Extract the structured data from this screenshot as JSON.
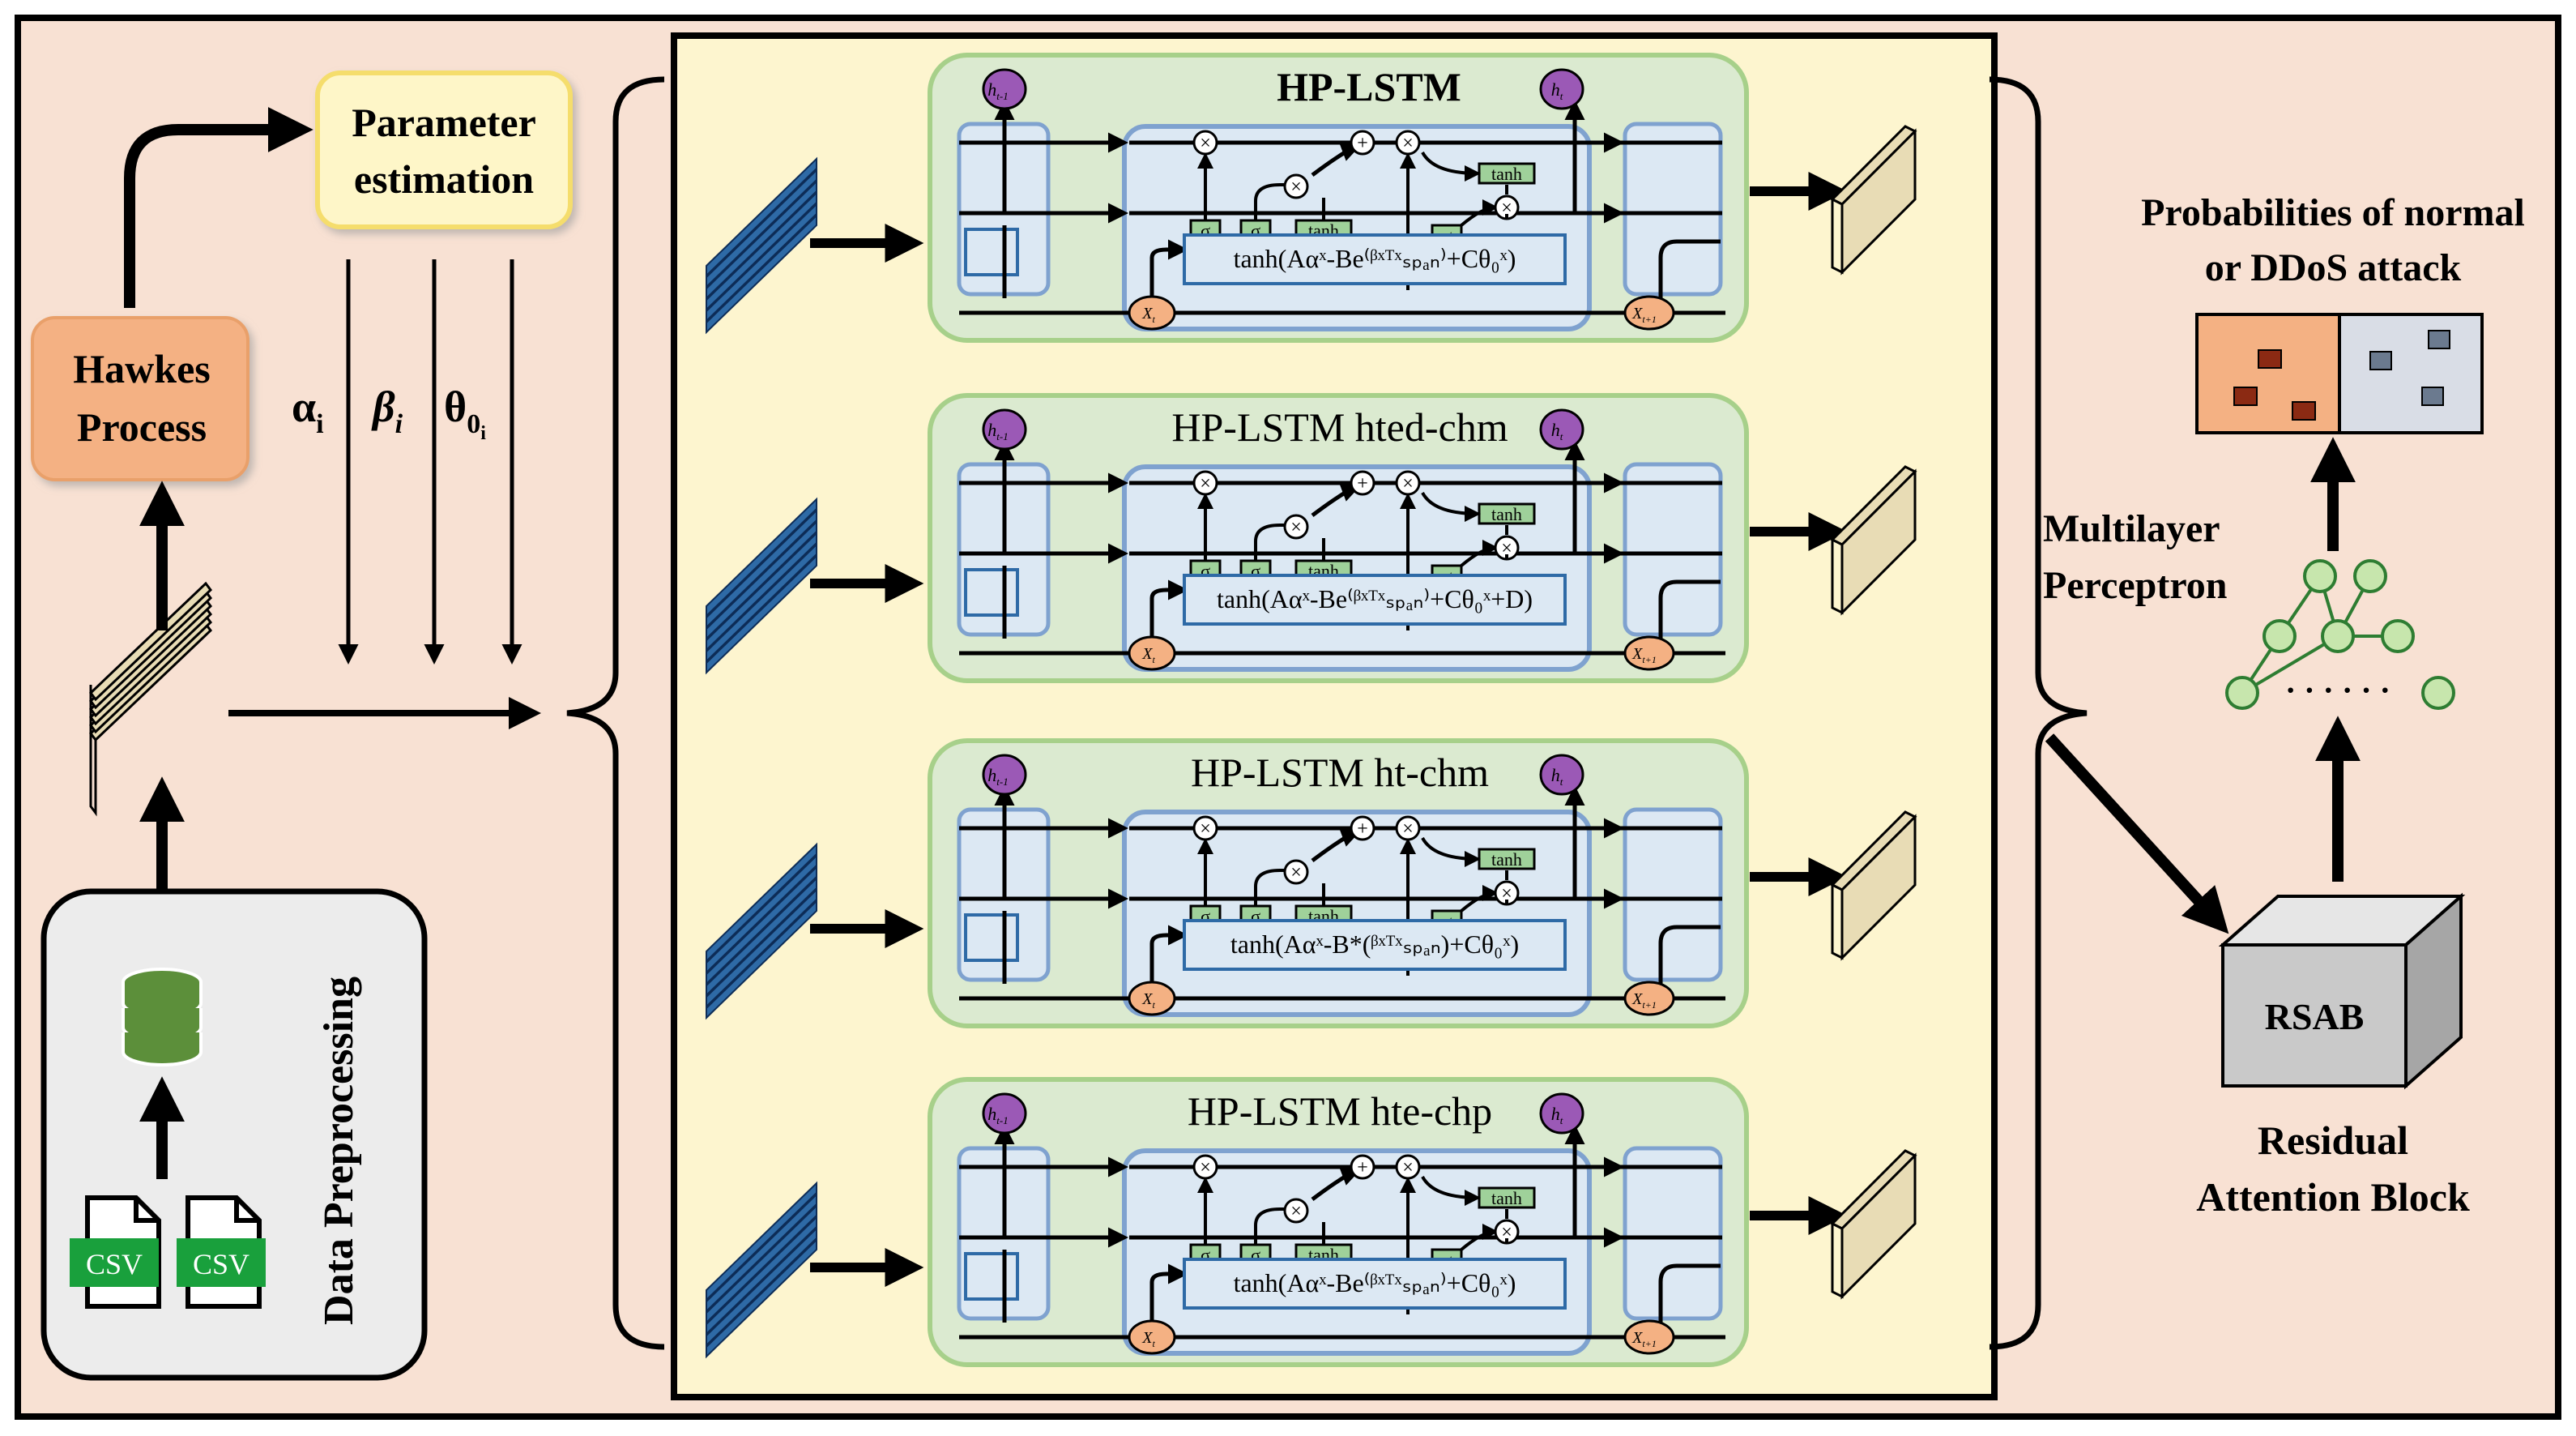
{
  "left_panel": {
    "hawkes_label_line1": "Hawkes",
    "hawkes_label_line2": "Process",
    "param_label_line1": "Parameter",
    "param_label_line2": "estimation",
    "param_alpha": "α",
    "param_alpha_sub": "i",
    "param_beta": "β",
    "param_beta_sub": "i",
    "param_theta": "θ",
    "param_theta_sub": "0",
    "param_theta_subsub": "i",
    "preprocessing_label": "Data Preprocessing",
    "csv_label": "CSV"
  },
  "lstm_variants": [
    {
      "title": "HP-LSTM",
      "title_bold": true,
      "formula": "tanh(Aαˣ-Be⁽ᵝˣᵀˣₛₚₐₙ⁾+Cθ₀ˣ)"
    },
    {
      "title": "HP-LSTM hted-chm",
      "title_bold": false,
      "formula": "tanh(Aαˣ-Be⁽ᵝˣᵀˣₛₚₐₙ⁾+Cθ₀ˣ+D)"
    },
    {
      "title": "HP-LSTM ht-chm",
      "title_bold": false,
      "formula": "tanh(Aαˣ-B*(ᵝˣᵀˣₛₚₐₙ)+Cθ₀ˣ)"
    },
    {
      "title": "HP-LSTM hte-chp",
      "title_bold": false,
      "formula": "tanh(Aαˣ-Be⁽ᵝˣᵀˣₛₚₐₙ⁾+Cθ₀ˣ)"
    }
  ],
  "cell_labels": {
    "h_prev": "h",
    "h_prev_sub": "t-1",
    "h_cur": "h",
    "h_cur_sub": "t",
    "x_cur": "X",
    "x_cur_sub": "t",
    "x_next": "X",
    "x_next_sub": "t+1",
    "sigma": "σ",
    "tanh": "tanh",
    "times": "×",
    "plus": "+"
  },
  "right_panel": {
    "output_line1": "Probabilities of normal",
    "output_line2": "or DDoS attack",
    "mlp_line1": "Multilayer",
    "mlp_line2": "Perceptron",
    "rsab_label": "RSAB",
    "rsab_caption_line1": "Residual",
    "rsab_caption_line2": "Attention Block",
    "dots": "· · · · · ·"
  },
  "colors": {
    "background": "#f8e1d3",
    "center_panel": "#fdf5cf",
    "lstm_box_fill": "#dbead0",
    "lstm_box_stroke": "#a7d08a",
    "cell_fill": "#dce8f3",
    "cell_stroke": "#7fa2cf",
    "hawkes_fill": "#f4b183",
    "param_fill": "#fef6c8",
    "param_stroke": "#f5dd6c",
    "preproc_fill": "#ececec",
    "csv_green": "#19a03c",
    "node_purple": "#9b59b6",
    "node_orange": "#f4b183",
    "mlp_green": "#c7e6ad",
    "output_orange": "#f4b183",
    "output_gray": "#d9dde6"
  }
}
